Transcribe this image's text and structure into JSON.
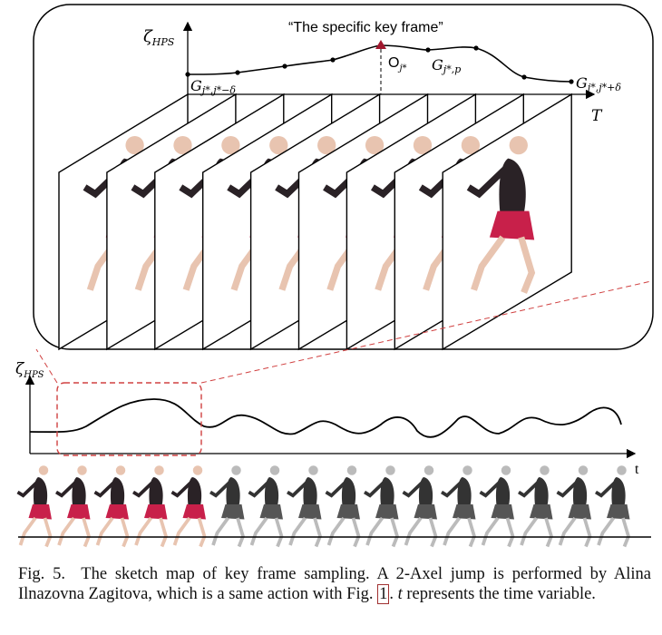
{
  "figure": {
    "top_y_label": "ζ",
    "top_y_sub": "HPS",
    "key_frame_label": "“The specific key frame”",
    "peak_label": "O",
    "peak_sub": "j*",
    "g_left": "G",
    "g_left_sub": "j*,j*−δ",
    "g_mid": "G",
    "g_mid_sub": "j*,p",
    "g_right": "G",
    "g_right_sub": "j*,j*+δ",
    "top_x_label": "T",
    "bottom_y_label": "ζ",
    "bottom_y_sub": "HPS",
    "bottom_x_label": "t",
    "frame_count": 9,
    "filmstrip_count": 16,
    "colors": {
      "accent": "#b0203a",
      "dashed_box": "#d04040",
      "marker": "#a0182e"
    }
  },
  "caption": {
    "prefix": "Fig. 5.",
    "text_1": "The sketch map of key frame sampling. A 2-Axel jump is performed by Alina Ilnazovna Zagitova, which is a same action with Fig.",
    "ref": "1",
    "text_2": ".",
    "var": "t",
    "text_3": "represents the time variable."
  }
}
